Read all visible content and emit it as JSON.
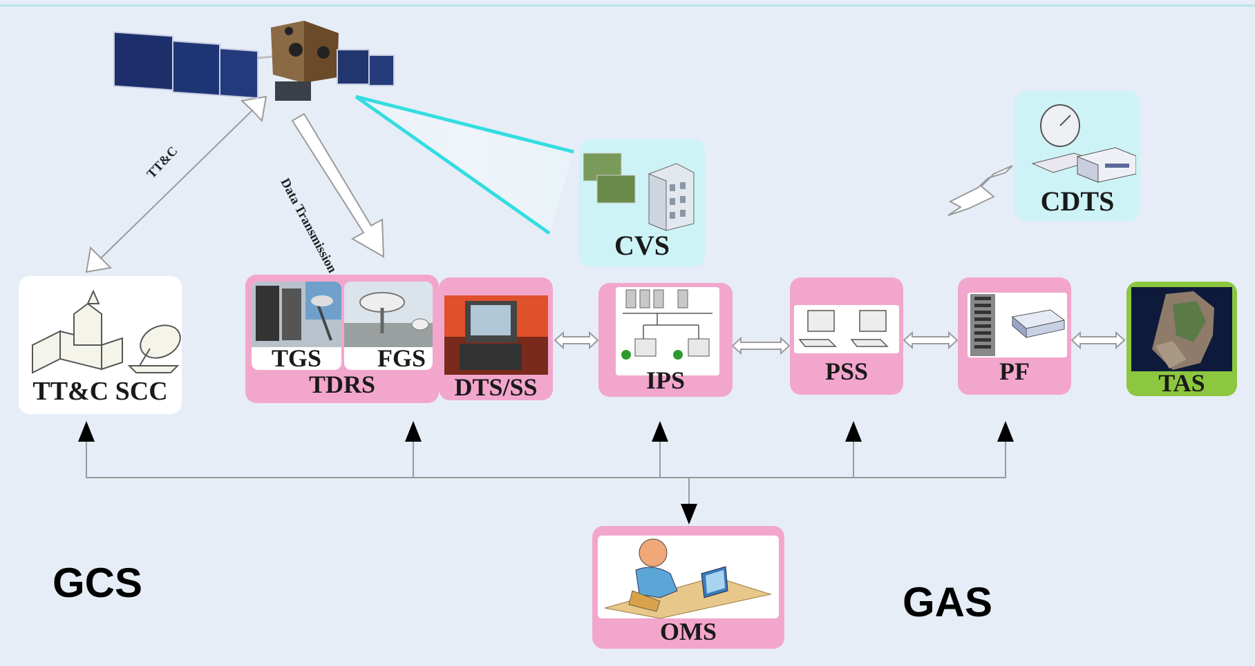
{
  "labels": {
    "ttc_link": "TT&C",
    "data_transmission": "Data Transmission",
    "ttc_scc": "TT&C SCC",
    "tgs": "TGS",
    "fgs": "FGS",
    "tdrs": "TDRS",
    "dts_ss": "DTS/SS",
    "ips": "IPS",
    "pss": "PSS",
    "pf": "PF",
    "tas": "TAS",
    "cvs": "CVS",
    "cdts": "CDTS",
    "oms": "OMS",
    "gcs": "GCS",
    "gas": "GAS"
  },
  "colors": {
    "background": "#e6edf7",
    "pink_box": "#f3a6cc",
    "cyan_box": "#cdf3f6",
    "green_box": "#8dc63f",
    "beam": "#33dde0",
    "line": "#888888"
  },
  "icons": [
    "satellite-icon",
    "building-dish-icon",
    "server-rack-icon",
    "antenna-dish-icon",
    "workstation-icon",
    "computer-network-icon",
    "computer-icon",
    "disk-array-icon",
    "terrain-map-icon",
    "buildings-icon",
    "operator-icon",
    "dish-terminal-icon"
  ]
}
